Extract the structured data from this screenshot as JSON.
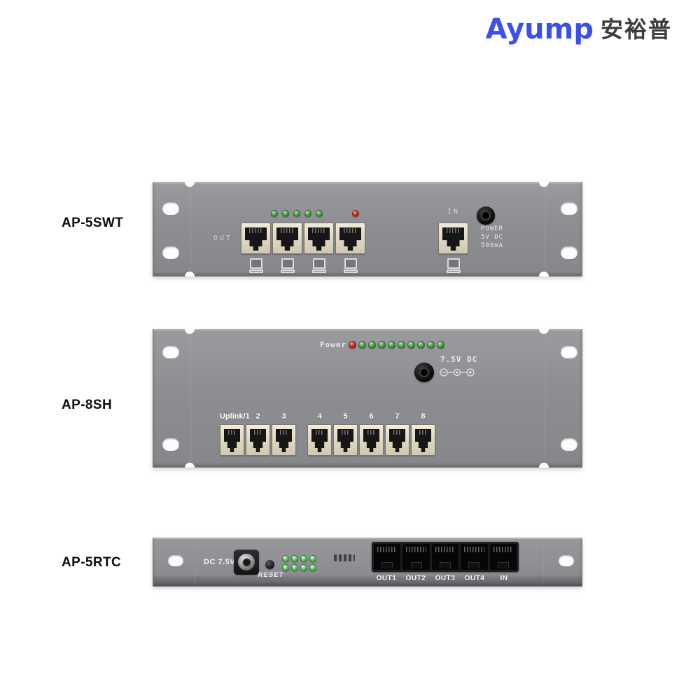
{
  "brand": {
    "name_en": "Ayump",
    "name_cn": "安裕普"
  },
  "devices": [
    {
      "model": "AP-5SWT",
      "front": {
        "out_label": "OUT",
        "in_label": "IN",
        "link_leds": [
          "green",
          "green",
          "green",
          "green",
          "green"
        ],
        "power_led": "red",
        "out_port_count": 4,
        "in_port_count": 1,
        "power_text_lines": [
          "POWER",
          "5V DC",
          "500mA"
        ]
      }
    },
    {
      "model": "AP-8SH",
      "front": {
        "power_label": "Power",
        "leds": [
          "red",
          "green",
          "green",
          "green",
          "green",
          "green",
          "green",
          "green",
          "green",
          "green"
        ],
        "dc_label": "7.5V DC",
        "port_labels": [
          "Uplink/1",
          "2",
          "3",
          "4",
          "5",
          "6",
          "7",
          "8"
        ]
      }
    },
    {
      "model": "AP-5RTC",
      "front": {
        "dc_label": "DC 7.5V",
        "reset_label": "RESET",
        "status_leds": [
          "green",
          "green",
          "green",
          "green",
          "green",
          "green",
          "green",
          "green"
        ],
        "port_labels": [
          "OUT1",
          "OUT2",
          "OUT3",
          "OUT4",
          "IN"
        ]
      }
    }
  ],
  "colors": {
    "logo_blue": "#3B50EA",
    "logo_cn_gray": "#3C3C3C",
    "panel_gray": "#8C8D91",
    "port_bezel_beige": "#DFD8C4",
    "led_green": "#2F8F34",
    "led_red": "#C03028",
    "panel_text": "#E8E8E8"
  }
}
